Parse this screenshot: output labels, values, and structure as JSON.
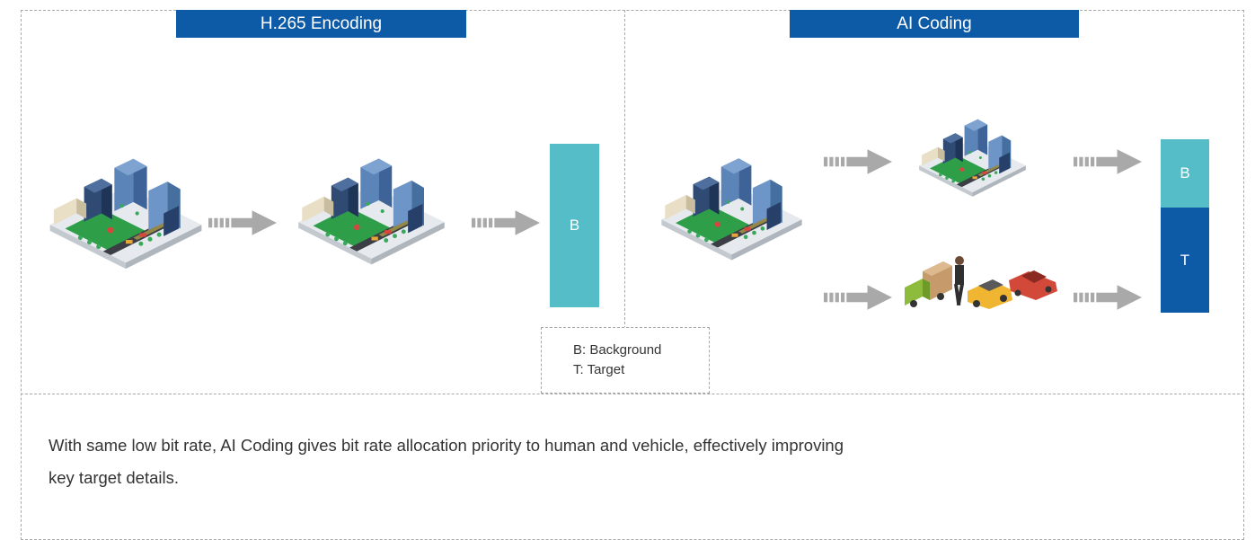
{
  "panels": {
    "left_title": "H.265 Encoding",
    "right_title": "AI Coding"
  },
  "bars": {
    "left_background": "B",
    "right_background": "B",
    "right_target": "T"
  },
  "legend": {
    "line1": "B: Background",
    "line2": "T: Target"
  },
  "caption": {
    "line1": "With same low bit rate, AI Coding gives bit rate allocation priority to human and vehicle, effectively improving",
    "line2": "key target details."
  },
  "colors": {
    "banner": "#0d5aa7",
    "background_bar": "#54bdc7",
    "target_bar": "#0d5aa7",
    "arrow": "#a9a9a9"
  },
  "icons": [
    "city-block-illustration",
    "compressed-city-illustration",
    "small-city-illustration",
    "vehicles-and-person-illustration",
    "arrow-icon"
  ]
}
